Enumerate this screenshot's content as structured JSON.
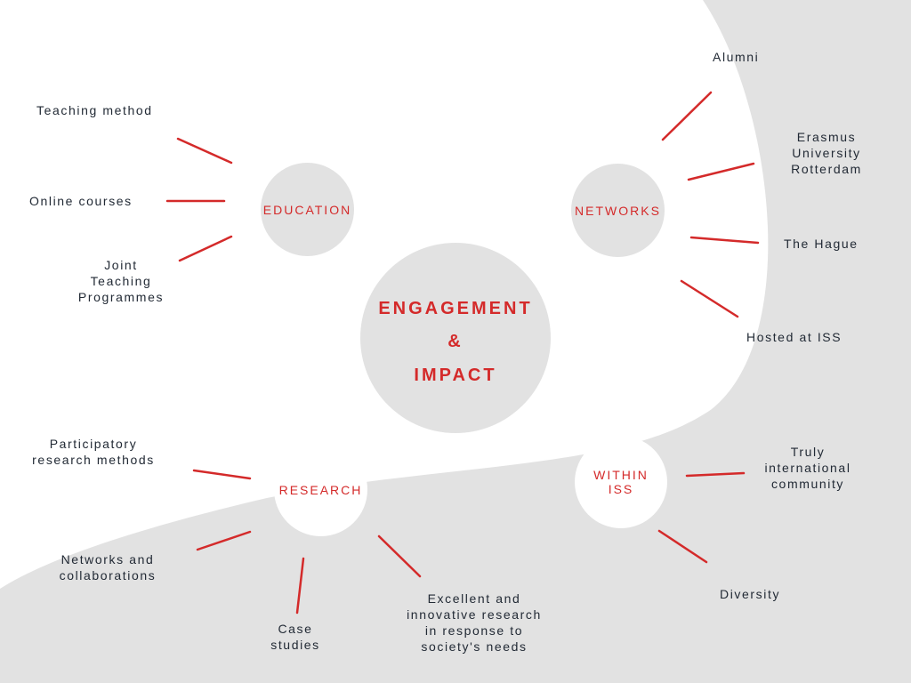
{
  "central": {
    "line1": "ENGAGEMENT",
    "line2": "&",
    "line3": "IMPACT"
  },
  "nodes": {
    "education": "EDUCATION",
    "networks": "NETWORKS",
    "research": "RESEARCH",
    "within_iss": "WITHIN\nISS"
  },
  "labels": {
    "teaching_method": "Teaching method",
    "online_courses": "Online courses",
    "joint_teaching": "Joint\nTeaching\nProgrammes",
    "alumni": "Alumni",
    "erasmus": "Erasmus\nUniversity\nRotterdam",
    "the_hague": "The Hague",
    "hosted_at_iss": "Hosted at ISS",
    "participatory": "Participatory\nresearch methods",
    "networks_collab": "Networks and\ncollaborations",
    "case_studies": "Case\nstudies",
    "excellent_research": "Excellent and\ninnovative research\nin response to\nsociety's needs",
    "truly_international": "Truly\ninternational\ncommunity",
    "diversity": "Diversity"
  },
  "colors": {
    "accent": "#d42a2a",
    "circle_fill": "#e2e2e2",
    "background_band": "#e2e2e2",
    "text": "#222a35"
  }
}
